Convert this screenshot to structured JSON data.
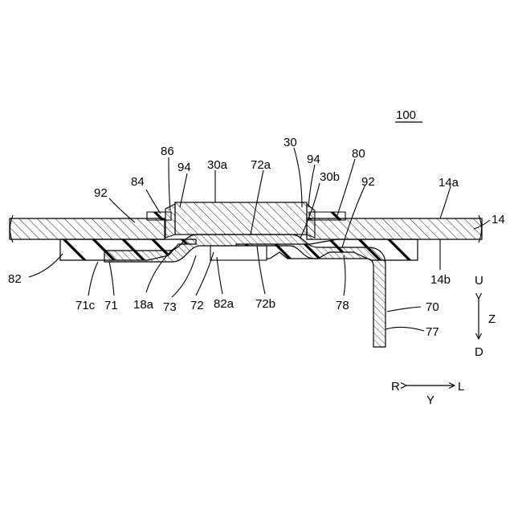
{
  "figure": {
    "ref_main": "100",
    "labels": {
      "l14": "14",
      "l14a": "14a",
      "l14b": "14b",
      "l18a": "18a",
      "l30": "30",
      "l30a": "30a",
      "l30b": "30b",
      "l70": "70",
      "l71": "71",
      "l71c": "71c",
      "l72": "72",
      "l72a": "72a",
      "l72b": "72b",
      "l73": "73",
      "l77": "77",
      "l78": "78",
      "l80": "80",
      "l82": "82",
      "l82a": "82a",
      "l84": "84",
      "l86": "86",
      "l92a": "92",
      "l92b": "92",
      "l94a": "94",
      "l94b": "94"
    },
    "axes": {
      "up": "U",
      "down": "D",
      "z": "Z",
      "right": "R",
      "left": "L",
      "y": "Y"
    }
  }
}
